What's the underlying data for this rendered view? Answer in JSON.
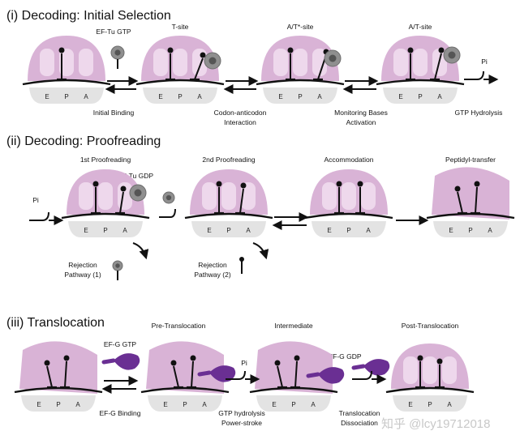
{
  "sections": {
    "decoding_initial": {
      "title": "(i) Decoding: Initial Selection",
      "state_labels": [
        "T-site",
        "A/T*-site",
        "A/T-site"
      ],
      "factor_label": "EF-Tu GTP",
      "step_labels": [
        "Initial Binding",
        "Codon-anticodon",
        "Interaction",
        "Monitoring Bases",
        "Activation",
        "GTP Hydrolysis"
      ],
      "pi_label": "Pi"
    },
    "decoding_proofreading": {
      "title": "(ii) Decoding: Proofreading",
      "state_labels": [
        "1st Proofreading",
        "2nd Proofreading",
        "Accommodation",
        "Peptidyl-transfer"
      ],
      "factor_label": "EF-Tu GDP",
      "pi_label": "Pi",
      "rejection_1": [
        "Rejection",
        "Pathway (1)"
      ],
      "rejection_2": [
        "Rejection",
        "Pathway (2)"
      ]
    },
    "translocation": {
      "title": "(iii) Translocation",
      "state_labels": [
        "Pre-Translocation",
        "Intermediate",
        "Post-Translocation"
      ],
      "factor_gtp_label": "EF-G GTP",
      "factor_gdp_label": "EF-G GDP",
      "pi_label": "Pi",
      "step_labels": [
        "EF-G Binding",
        "GTP hydrolysis",
        "Power-stroke",
        "Translocation",
        "Dissociation"
      ]
    }
  },
  "ribosome_sites": [
    "E",
    "P",
    "A"
  ],
  "watermark": "知乎 @lcy19712018",
  "colors": {
    "large_subunit": "#d9b3d6",
    "tunnel": "#f0dcee",
    "small_subunit": "#e3e3e3",
    "ef_tu": "#8f8f8f",
    "ef_g": "#6a2f93",
    "line": "#111111"
  }
}
